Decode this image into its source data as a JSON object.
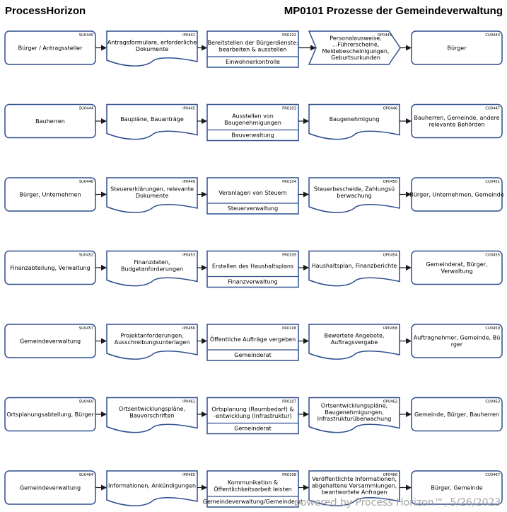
{
  "header": {
    "app_title": "ProcessHorizon",
    "diagram_title": "MP0101 Prozesse der Gemeindeverwaltung"
  },
  "footer": "powered by Process Horizon™, 5/26/2023",
  "colors": {
    "stroke": "#2f4f8f",
    "text": "#000000",
    "footer": "#a3a3a3"
  },
  "rows": [
    {
      "supplier": {
        "id": "SU0440",
        "text": [
          "Bürger / Antragssteller"
        ]
      },
      "input": {
        "id": "IP0441",
        "text": [
          "Antragsformulare, erforderliche",
          "Dokumente"
        ]
      },
      "process": {
        "id": "PR0102",
        "text": [
          "Bereitstellen der Bürgerdienste:",
          "bearbeiten & ausstellen"
        ],
        "owner": "Einwohnerkontrolle"
      },
      "output": {
        "id": "OP0442",
        "shape": "chevron",
        "text": [
          "Personalausweise,",
          "...Führerscheine,",
          "Meldebescheinigungen,",
          "Geburtsurkunden"
        ]
      },
      "customer": {
        "id": "CU0443",
        "text": [
          "Bürger"
        ]
      }
    },
    {
      "supplier": {
        "id": "SU0444",
        "text": [
          "Bauherren"
        ]
      },
      "input": {
        "id": "IP0445",
        "text": [
          "Baupläne, Bauanträge"
        ]
      },
      "process": {
        "id": "PR0103",
        "text": [
          "Ausstellen von",
          "Baugenehmigungen"
        ],
        "owner": "Bauverwaltung"
      },
      "output": {
        "id": "OP0446",
        "shape": "document",
        "text": [
          "Baugenehmigung"
        ]
      },
      "customer": {
        "id": "CU0447",
        "text": [
          "Bauherren, Gemeinde, andere",
          "relevante Behörden"
        ]
      }
    },
    {
      "supplier": {
        "id": "SU0448",
        "text": [
          "Bürger, Unternehmen"
        ]
      },
      "input": {
        "id": "IP0449",
        "text": [
          "Steuererklärungen, relevante",
          "Dokumente"
        ]
      },
      "process": {
        "id": "PR0104",
        "text": [
          "Veranlagen von Steuern"
        ],
        "owner": "Steuerverwaltung"
      },
      "output": {
        "id": "OP0450",
        "shape": "document",
        "text": [
          "Steuerbescheide, Zahlungsü",
          "berwachung"
        ]
      },
      "customer": {
        "id": "CU0451",
        "text": [
          "Bürger, Unternehmen, Gemeinde"
        ]
      }
    },
    {
      "supplier": {
        "id": "SU0452",
        "text": [
          "Finanzabteilung, Verwaltung"
        ]
      },
      "input": {
        "id": "IP0453",
        "text": [
          "Finanzdaten,",
          "Budgetanforderungen"
        ]
      },
      "process": {
        "id": "PR0105",
        "text": [
          "Erstellen des Haushaltsplans"
        ],
        "owner": "Finanzverwaltung"
      },
      "output": {
        "id": "OP0454",
        "shape": "document",
        "text": [
          "Haushaltsplan, Finanzberichte"
        ]
      },
      "customer": {
        "id": "CU0455",
        "text": [
          "Gemeinderat, Bürger,",
          "Verwaltung"
        ]
      }
    },
    {
      "supplier": {
        "id": "SU0457",
        "text": [
          "Gemeindeverwaltung"
        ]
      },
      "input": {
        "id": "IP0456",
        "text": [
          "Projektanforderungen,",
          "Ausschreibungsunterlagen"
        ]
      },
      "process": {
        "id": "PR0106",
        "text": [
          "Öffentliche Aufträge vergeben"
        ],
        "owner": "Gemeinderat"
      },
      "output": {
        "id": "OP0458",
        "shape": "document",
        "text": [
          "Bewertete Angebote,",
          "Auftragsvergabe"
        ]
      },
      "customer": {
        "id": "CU0459",
        "text": [
          "Auftragnehmer, Gemeinde, Bü",
          "rger"
        ]
      }
    },
    {
      "supplier": {
        "id": "SU0460",
        "text": [
          "Ortsplanungsabteilung, Bürger"
        ]
      },
      "input": {
        "id": "IP0461",
        "text": [
          "Ortsentwicklungspläne,",
          "Bauvorschriften"
        ]
      },
      "process": {
        "id": "PR0107",
        "text": [
          "Ortsplanung (Raumbedarf) &",
          "-entwicklung (Infrastruktur)"
        ],
        "owner": "Gemeinderat"
      },
      "output": {
        "id": "OP0462",
        "shape": "document",
        "text": [
          "Ortsentwicklungspläne,",
          "Baugenehmigungen,",
          "Infrastrukturüberwachung"
        ]
      },
      "customer": {
        "id": "CU0463",
        "text": [
          "Gemeinde, Bürger, Bauherren"
        ]
      }
    },
    {
      "supplier": {
        "id": "SU0464",
        "text": [
          "Gemeindeverwaltung"
        ]
      },
      "input": {
        "id": "IP0465",
        "text": [
          "Informationen, Ankündigungen"
        ]
      },
      "process": {
        "id": "PR0108",
        "text": [
          "Kommunikation &",
          "Öffentlichkeitsarbeit leisten"
        ],
        "owner": "Gemeindeverwaltung/Gemeinderat"
      },
      "output": {
        "id": "OP0466",
        "shape": "document",
        "text": [
          "Veröffentlichte Informationen,",
          "abgehaltene Versammlungen,",
          "beantwortete Anfragen"
        ]
      },
      "customer": {
        "id": "CU0467",
        "text": [
          "Bürger, Gemeinde"
        ]
      }
    }
  ]
}
